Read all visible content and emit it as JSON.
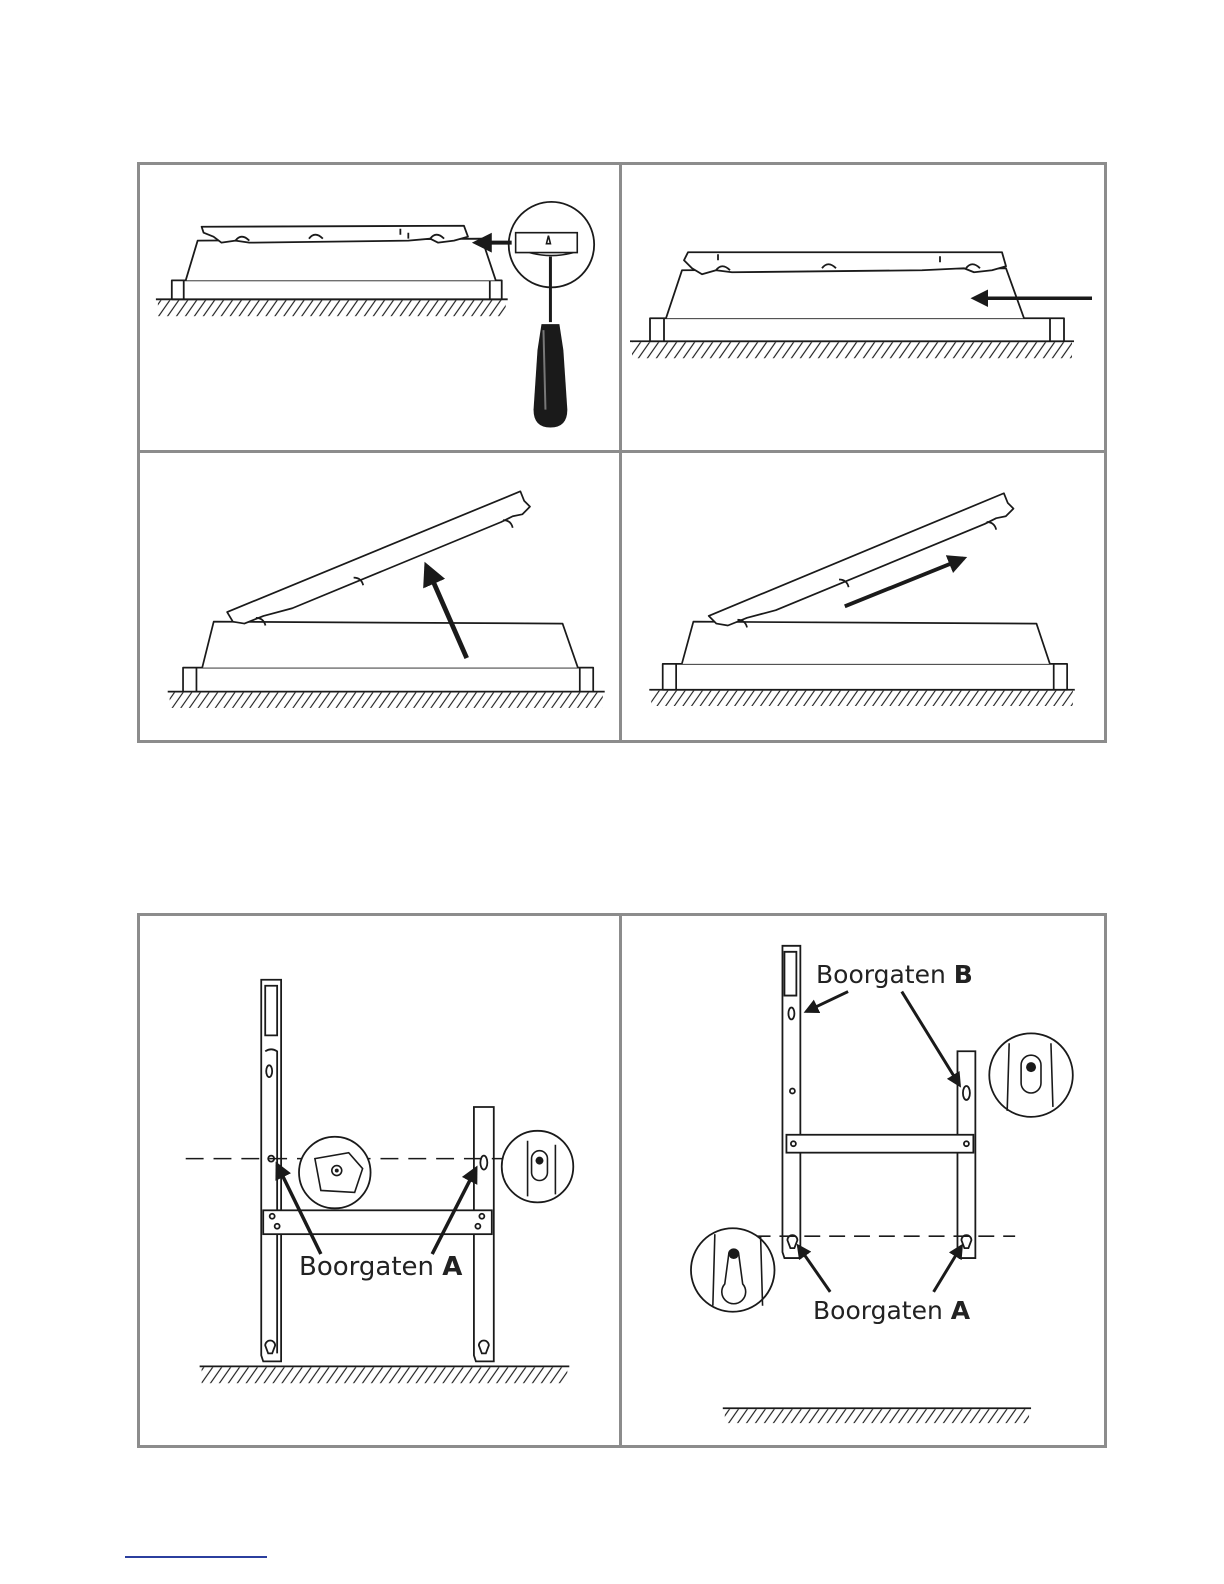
{
  "figure_bottom": {
    "left": {
      "label_text": "Boorgaten",
      "label_letter": "A"
    },
    "right": {
      "label_b_text": "Boorgaten",
      "label_b_letter": "B",
      "label_a_text": "Boorgaten",
      "label_a_letter": "A"
    }
  },
  "colors": {
    "frame": "#8c8c8c",
    "line": "#1a1a1a",
    "footer_rule": "#2b3f9e"
  }
}
